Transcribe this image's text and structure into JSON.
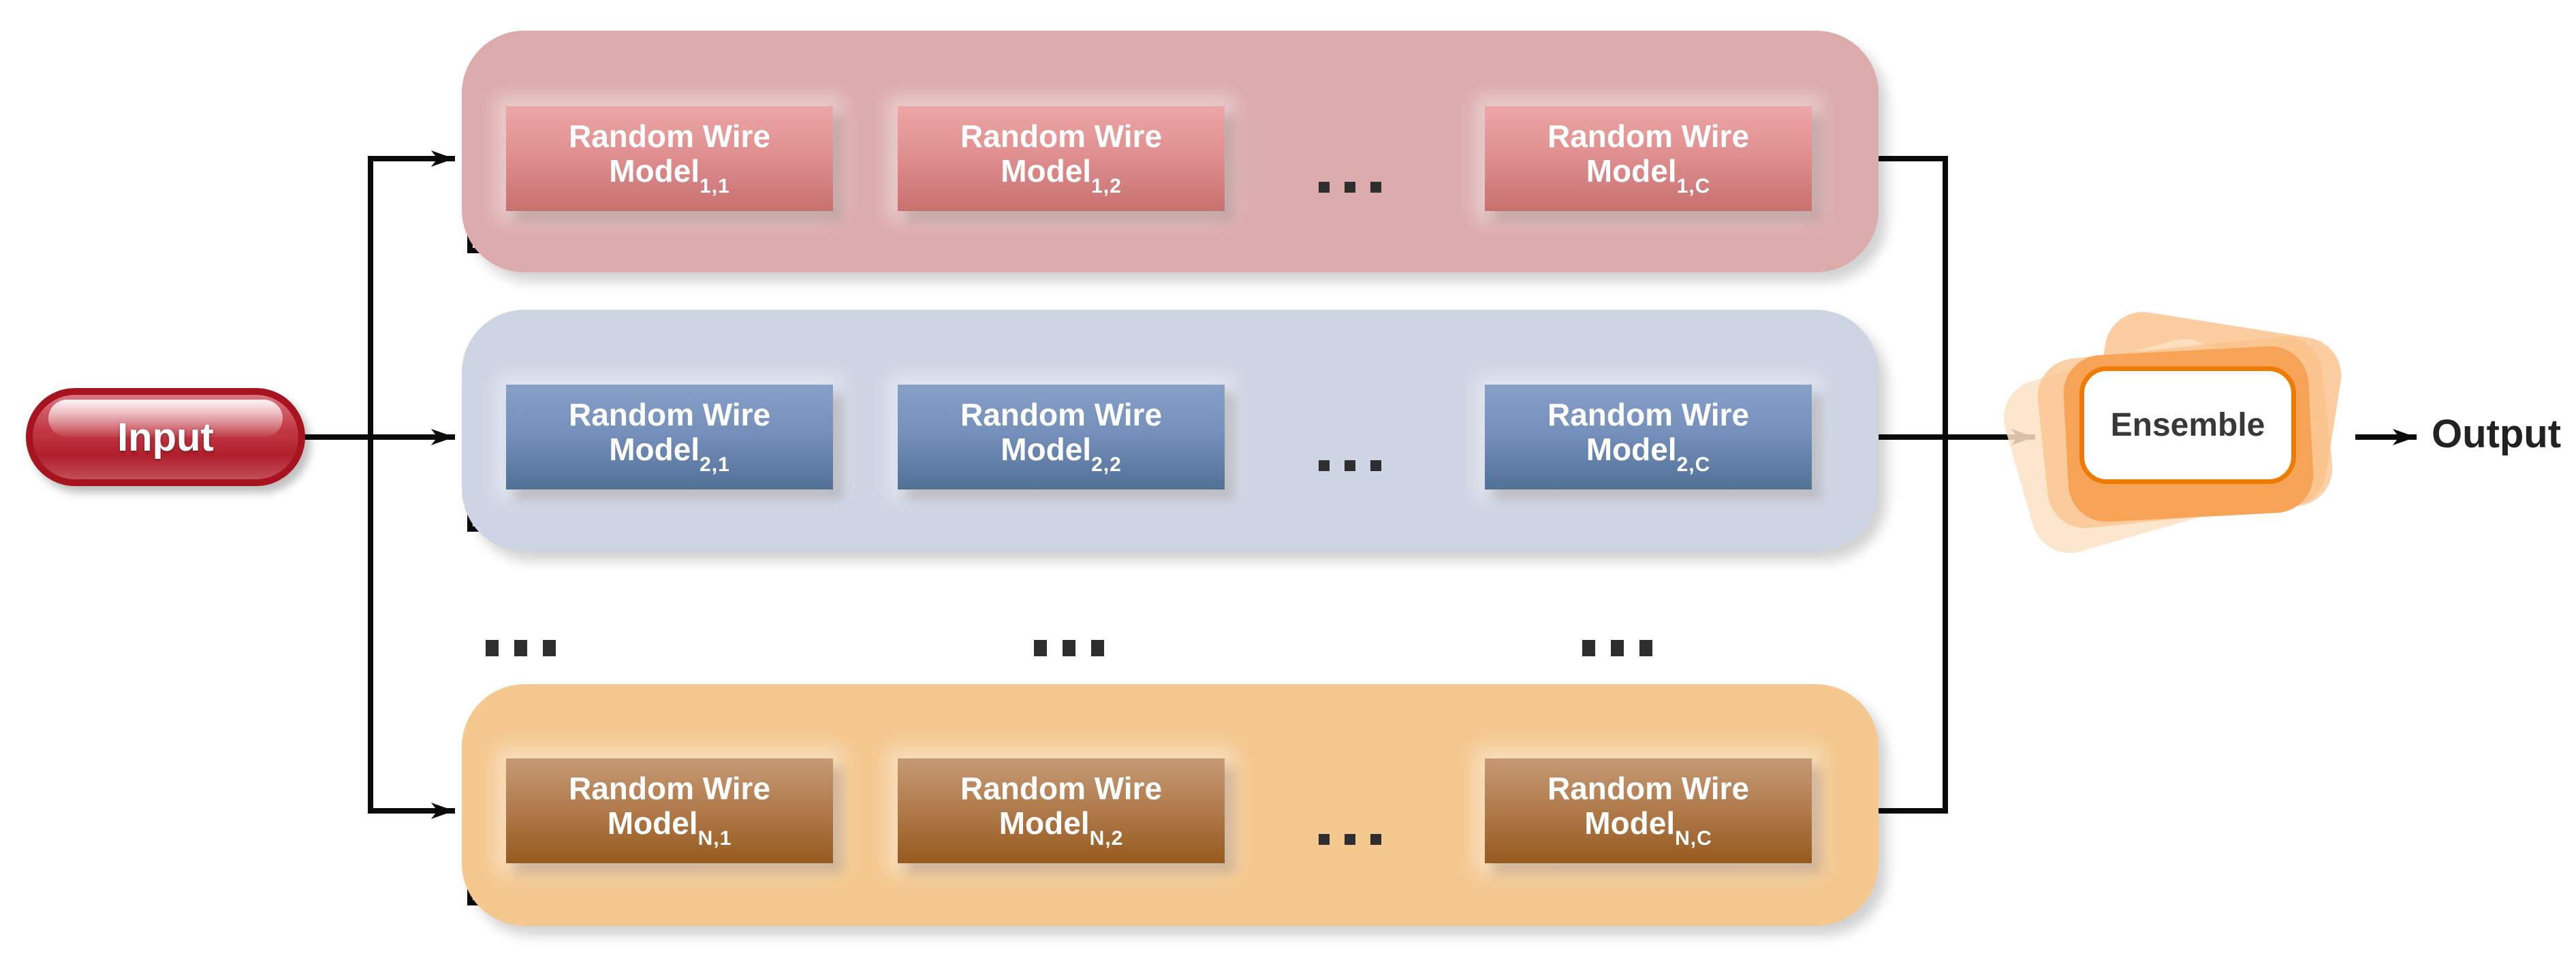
{
  "input": {
    "label": "Input"
  },
  "ensemble": {
    "label": "Ensemble"
  },
  "output": {
    "label": "Output"
  },
  "rows": [
    {
      "container_color": "#dcabab",
      "box_gradient_top": "#eda6a6",
      "box_gradient_bottom": "#c87070",
      "ellipsis": "...",
      "models": [
        {
          "line1": "Random Wire",
          "line2": "Model",
          "sub": "1,1"
        },
        {
          "line1": "Random Wire",
          "line2": "Model",
          "sub": "1,2"
        },
        {
          "line1": "Random Wire",
          "line2": "Model",
          "sub": "1,C"
        }
      ]
    },
    {
      "container_color": "#cdd4e3",
      "box_gradient_top": "#87a0c8",
      "box_gradient_bottom": "#527197",
      "ellipsis": "...",
      "models": [
        {
          "line1": "Random Wire",
          "line2": "Model",
          "sub": "2,1"
        },
        {
          "line1": "Random Wire",
          "line2": "Model",
          "sub": "2,2"
        },
        {
          "line1": "Random Wire",
          "line2": "Model",
          "sub": "2,C"
        }
      ]
    },
    {
      "container_color": "#f4c88f",
      "box_gradient_top": "#c59a75",
      "box_gradient_bottom": "#975a20",
      "ellipsis": "...",
      "models": [
        {
          "line1": "Random Wire",
          "line2": "Model",
          "sub": "N,1"
        },
        {
          "line1": "Random Wire",
          "line2": "Model",
          "sub": "N,2"
        },
        {
          "line1": "Random Wire",
          "line2": "Model",
          "sub": "N,C"
        }
      ]
    }
  ],
  "between_rows_ellipsis": "...",
  "colors": {
    "background": "#ffffff",
    "wire": "#0b0b0b",
    "input_fill": "#bf2734",
    "input_border": "#a81320",
    "ensemble_orange": "#f8a458",
    "ensemble_border": "#ee7c04",
    "ensemble_text": "#383838",
    "box_text": "#ffffff",
    "ellipsis_dot": "#2e2e2e",
    "output_text": "#222222"
  }
}
